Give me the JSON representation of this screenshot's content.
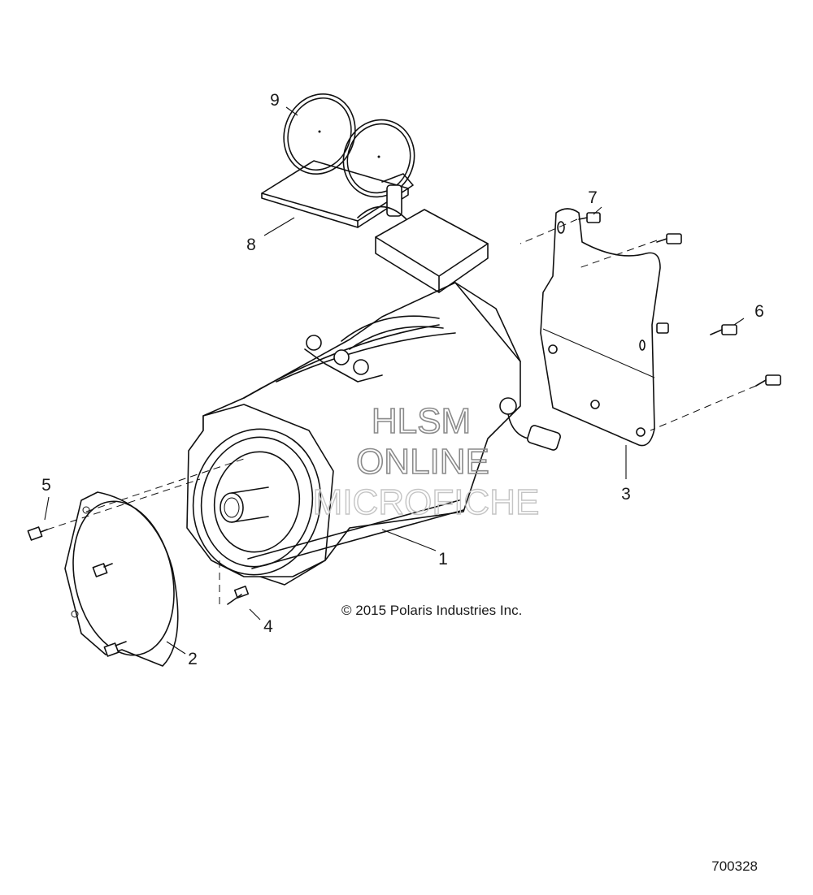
{
  "diagram": {
    "callouts": [
      {
        "id": "1",
        "label": "1"
      },
      {
        "id": "2",
        "label": "2"
      },
      {
        "id": "3",
        "label": "3"
      },
      {
        "id": "4",
        "label": "4"
      },
      {
        "id": "5",
        "label": "5"
      },
      {
        "id": "6",
        "label": "6"
      },
      {
        "id": "7",
        "label": "7"
      },
      {
        "id": "8",
        "label": "8"
      },
      {
        "id": "9",
        "label": "9"
      }
    ],
    "copyright": "© 2015 Polaris Industries Inc.",
    "figure_number": "700328",
    "watermark": {
      "line1": "HLSM",
      "line2": "ONLINE",
      "line3": "MICROFICHE"
    }
  }
}
